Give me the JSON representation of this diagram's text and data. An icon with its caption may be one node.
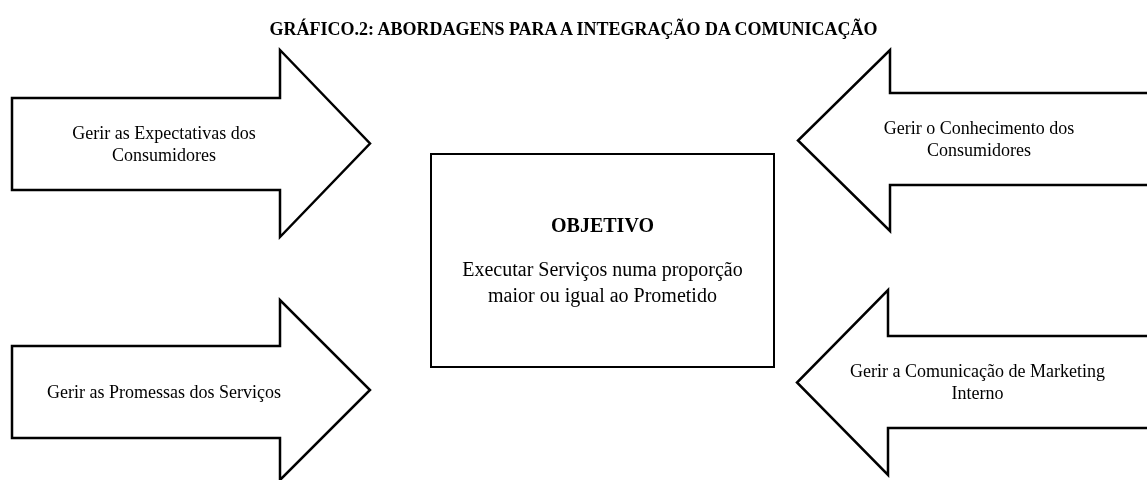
{
  "diagram": {
    "title": "GRÁFICO.2: ABORDAGENS PARA A INTEGRAÇÃO DA COMUNICAÇÃO",
    "nodes": [
      {
        "text": [
          "Gerir as Expectativas dos Consumidores"
        ]
      },
      {
        "text": [
          "Gerir o Conhecimento dos Consumidores"
        ]
      },
      {
        "text": [
          "OBJETIVO",
          "Executar Serviços numa proporção maior ou igual ao Prometido"
        ]
      },
      {
        "text": [
          "Gerir as Promessas dos Serviços"
        ]
      },
      {
        "text": [
          "Gerir a Comunicação de Marketing Interno"
        ]
      }
    ]
  }
}
